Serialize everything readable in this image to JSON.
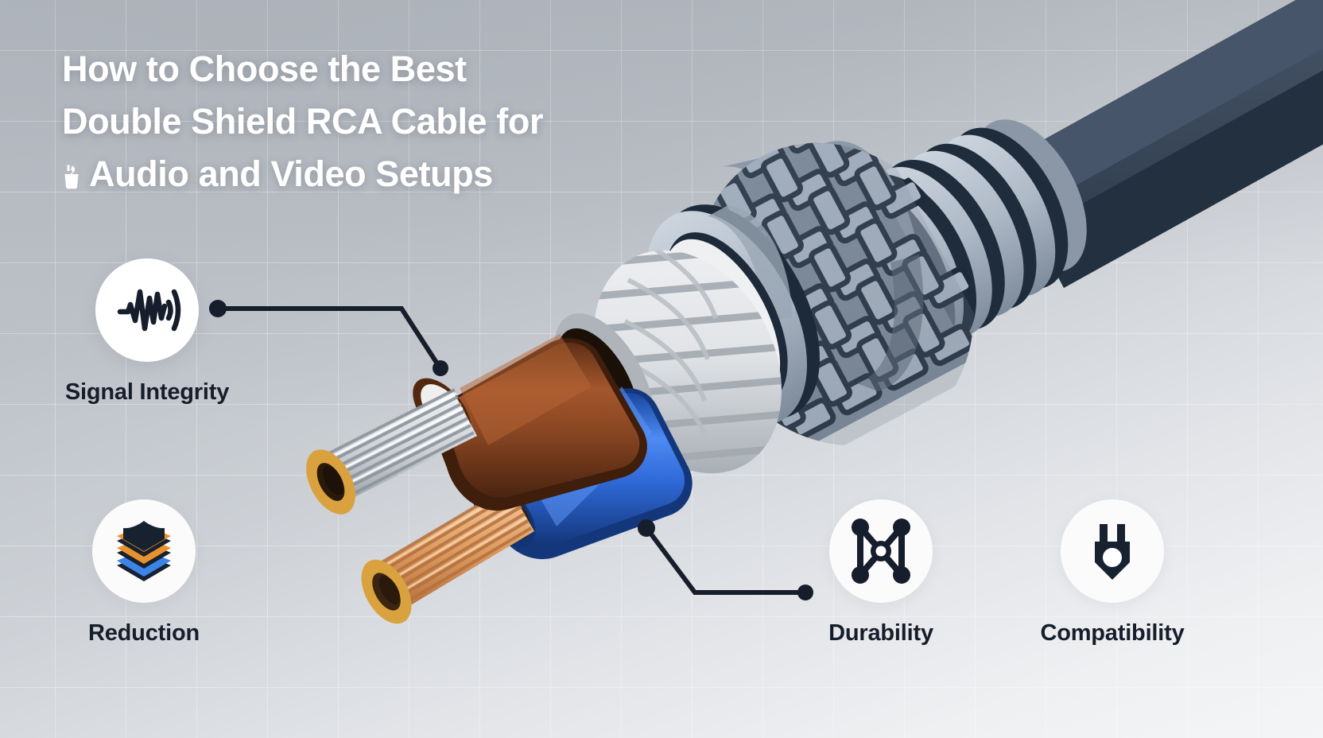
{
  "title": {
    "glyph_icon": "plug-glyph-icon",
    "line1": "How to Choose the Best",
    "line2": "Double Shield RCA Cable for",
    "line3": "Audio and Video Setups",
    "color": "#ffffff"
  },
  "features": [
    {
      "id": "signal",
      "label": "Signal Integrity",
      "icon": "waveform-icon"
    },
    {
      "id": "reduce",
      "label": "Reduction",
      "icon": "layered-shield-icon"
    },
    {
      "id": "durab",
      "label": "Durability",
      "icon": "network-nodes-icon"
    },
    {
      "id": "compat",
      "label": "Compatibility",
      "icon": "plug-icon"
    }
  ],
  "illustration": {
    "name": "double-shield-rca-cable-cutaway",
    "parts": [
      "outer-jacket",
      "strain-relief-rings",
      "braided-shield",
      "foil-shield",
      "brown-insulated-conductor",
      "blue-insulated-conductor",
      "silver-stranded-wire",
      "copper-stranded-wire"
    ]
  },
  "colors": {
    "background_top": "#b4b9c0",
    "background_bottom": "#f4f5f6",
    "grid_line": "#ffffff",
    "ink": "#161d2b",
    "jacket_dark": "#2f3c4d",
    "metal_light": "#b9c2cd",
    "metal_mid": "#8e9aa9",
    "metal_dark": "#1d2a3a",
    "brown": "#6d3a1d",
    "brown_light": "#a3562c",
    "blue": "#1e5bc6",
    "blue_light": "#4a86ef",
    "copper": "#d08a52",
    "copper_light": "#f0b88a",
    "gold_ring": "#d9a23f",
    "silver": "#d7dadd",
    "badge_bg": "#ffffff",
    "shield_orange": "#e8922e",
    "shield_blue": "#3d84e8",
    "shield_navy": "#17212f"
  }
}
